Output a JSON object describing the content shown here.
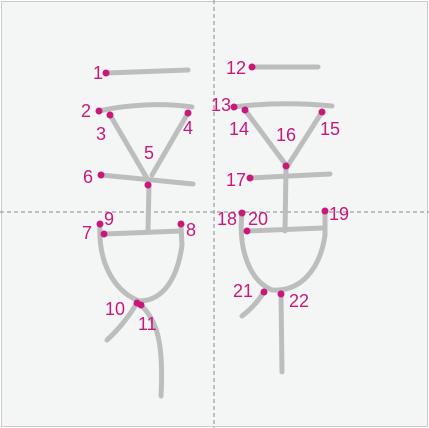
{
  "colors": {
    "background": "#f4f6f6",
    "border": "#c9c9c9",
    "guide": "#888888",
    "stroke": "#bdbdbd",
    "point": "#c8197a",
    "label": "#c8197a"
  },
  "glyphs": [
    {
      "name": "left-glyph"
    },
    {
      "name": "right-glyph"
    }
  ],
  "points": [
    {
      "label": "1"
    },
    {
      "label": "2"
    },
    {
      "label": "3"
    },
    {
      "label": "4"
    },
    {
      "label": "5"
    },
    {
      "label": "6"
    },
    {
      "label": "7"
    },
    {
      "label": "8"
    },
    {
      "label": "9"
    },
    {
      "label": "10"
    },
    {
      "label": "11"
    },
    {
      "label": "12"
    },
    {
      "label": "13"
    },
    {
      "label": "14"
    },
    {
      "label": "15"
    },
    {
      "label": "16"
    },
    {
      "label": "17"
    },
    {
      "label": "18"
    },
    {
      "label": "19"
    },
    {
      "label": "20"
    },
    {
      "label": "21"
    },
    {
      "label": "22"
    }
  ]
}
